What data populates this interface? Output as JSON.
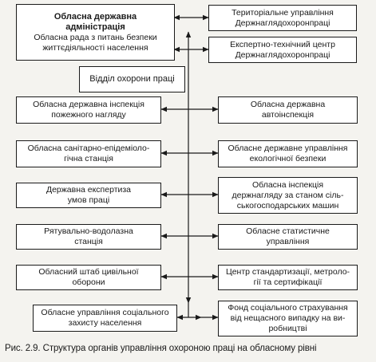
{
  "admin": {
    "title": [
      "Обласна державна",
      "адміністрація"
    ],
    "subtitle": [
      "Обласна рада з питань безпеки",
      "життєдіяльності населення"
    ]
  },
  "department": "Відділ охорони праці",
  "left_boxes": [
    [
      "Обласна державна інспекція",
      "пожежного нагляду"
    ],
    [
      "Обласна санітарно-епідеміоло-",
      "гічна станція"
    ],
    [
      "Державна експертиза",
      "умов праці"
    ],
    [
      "Рятувально-водолазна",
      "станція"
    ],
    [
      "Обласний штаб цивільної",
      "оборони"
    ],
    [
      "Обласне управління соціального",
      "захисту населення"
    ]
  ],
  "right_boxes": [
    [
      "Територіальне управління",
      "Держнаглядохоронпраці"
    ],
    [
      "Експертно-технічний центр",
      "Держнаглядохоронпраці"
    ],
    [
      "Обласна державна",
      "автоінспекція"
    ],
    [
      "Обласне державне управління",
      "екологічної безпеки"
    ],
    [
      "Обласна інспекція",
      "держнагляду за станом сіль-",
      "ськогосподарських машин"
    ],
    [
      "Обласне статистичне",
      "управління"
    ],
    [
      "Центр стандартизації, метроло-",
      "гії та сертифікації"
    ],
    [
      "Фонд соціального страхування",
      "від нещасного випадку на ви-",
      "робництві"
    ]
  ],
  "caption": "Рис. 2.9. Структура органів управління охороною праці на обласному рівні"
}
